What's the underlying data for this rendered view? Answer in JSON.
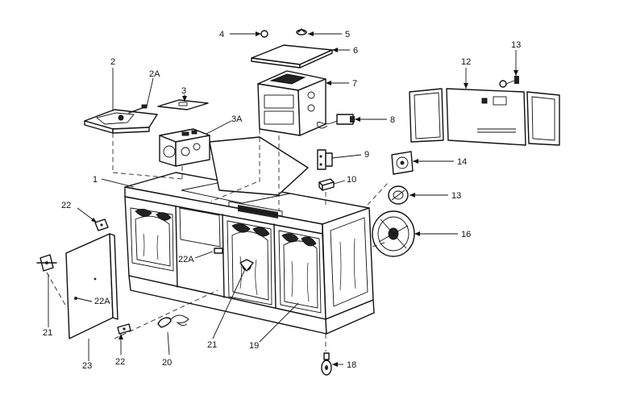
{
  "diagram": {
    "labels": {
      "p1": "1",
      "p2": "2",
      "p2a": "2A",
      "p3": "3",
      "p3a": "3A",
      "p4": "4",
      "p5": "5",
      "p6": "6",
      "p7": "7",
      "p8": "8",
      "p9": "9",
      "p10": "10",
      "p12": "12",
      "p13a": "13",
      "p13b": "13",
      "p14": "14",
      "p16": "16",
      "p18": "18",
      "p19": "19",
      "p20": "20",
      "p21a": "21",
      "p21b": "21",
      "p22a": "22",
      "p22b": "22",
      "p22Aa": "22A",
      "p22Ab": "22A",
      "p23": "23"
    }
  }
}
